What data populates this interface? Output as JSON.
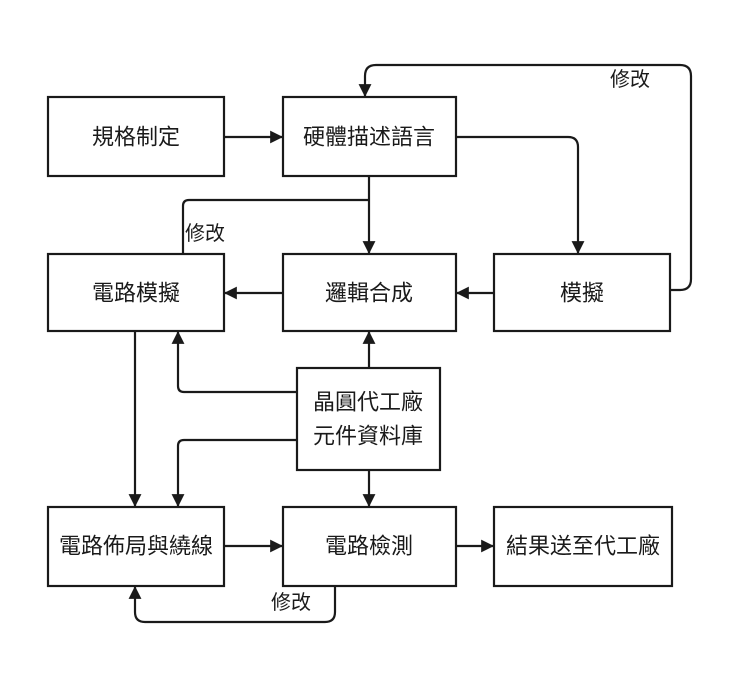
{
  "diagram": {
    "colors": {
      "background": "#ffffff",
      "line": "#1a1a1a",
      "box_fill": "#ffffff",
      "text": "#1a1a1a"
    },
    "nodes": {
      "spec": {
        "label": "規格制定"
      },
      "hdl": {
        "label": "硬體描述語言"
      },
      "circuit_sim": {
        "label": "電路模擬"
      },
      "logic_synth": {
        "label": "邏輯合成"
      },
      "sim": {
        "label": "模擬"
      },
      "foundry_db": {
        "line1": "晶圓代工廠",
        "line2": "元件資料庫"
      },
      "layout_route": {
        "label": "電路佈局與繞線"
      },
      "circuit_check": {
        "label": "電路檢測"
      },
      "to_foundry": {
        "label": "結果送至代工廠"
      }
    },
    "edge_labels": {
      "modify_top": "修改",
      "modify_mid": "修改",
      "modify_bottom": "修改"
    }
  }
}
